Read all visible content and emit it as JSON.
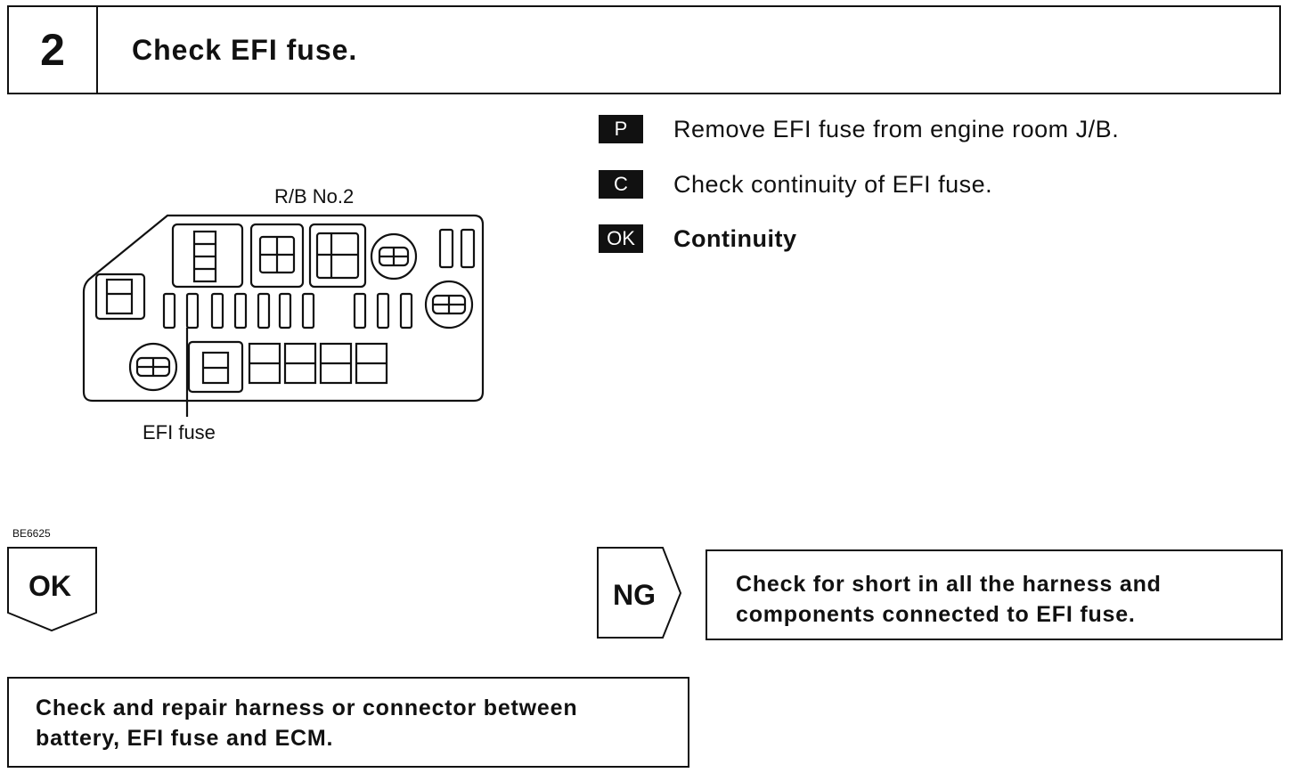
{
  "step": {
    "number": "2",
    "title": "Check EFI fuse."
  },
  "instructions": [
    {
      "badge": "P",
      "text": "Remove EFI fuse from engine room J/B.",
      "bold": false
    },
    {
      "badge": "C",
      "text": "Check continuity of EFI fuse.",
      "bold": false
    },
    {
      "badge": "OK",
      "text": "Continuity",
      "bold": true
    }
  ],
  "diagram": {
    "title": "R/B No.2",
    "fuse_label": "EFI fuse",
    "figure_code": "BE6625"
  },
  "ok_branch": {
    "label": "OK",
    "result_line1": "Check and repair harness or connector between",
    "result_line2": "battery, EFI fuse and ECM."
  },
  "ng_branch": {
    "label": "NG",
    "result_line1": "Check for short in all the harness and",
    "result_line2": "components connected to EFI fuse."
  }
}
